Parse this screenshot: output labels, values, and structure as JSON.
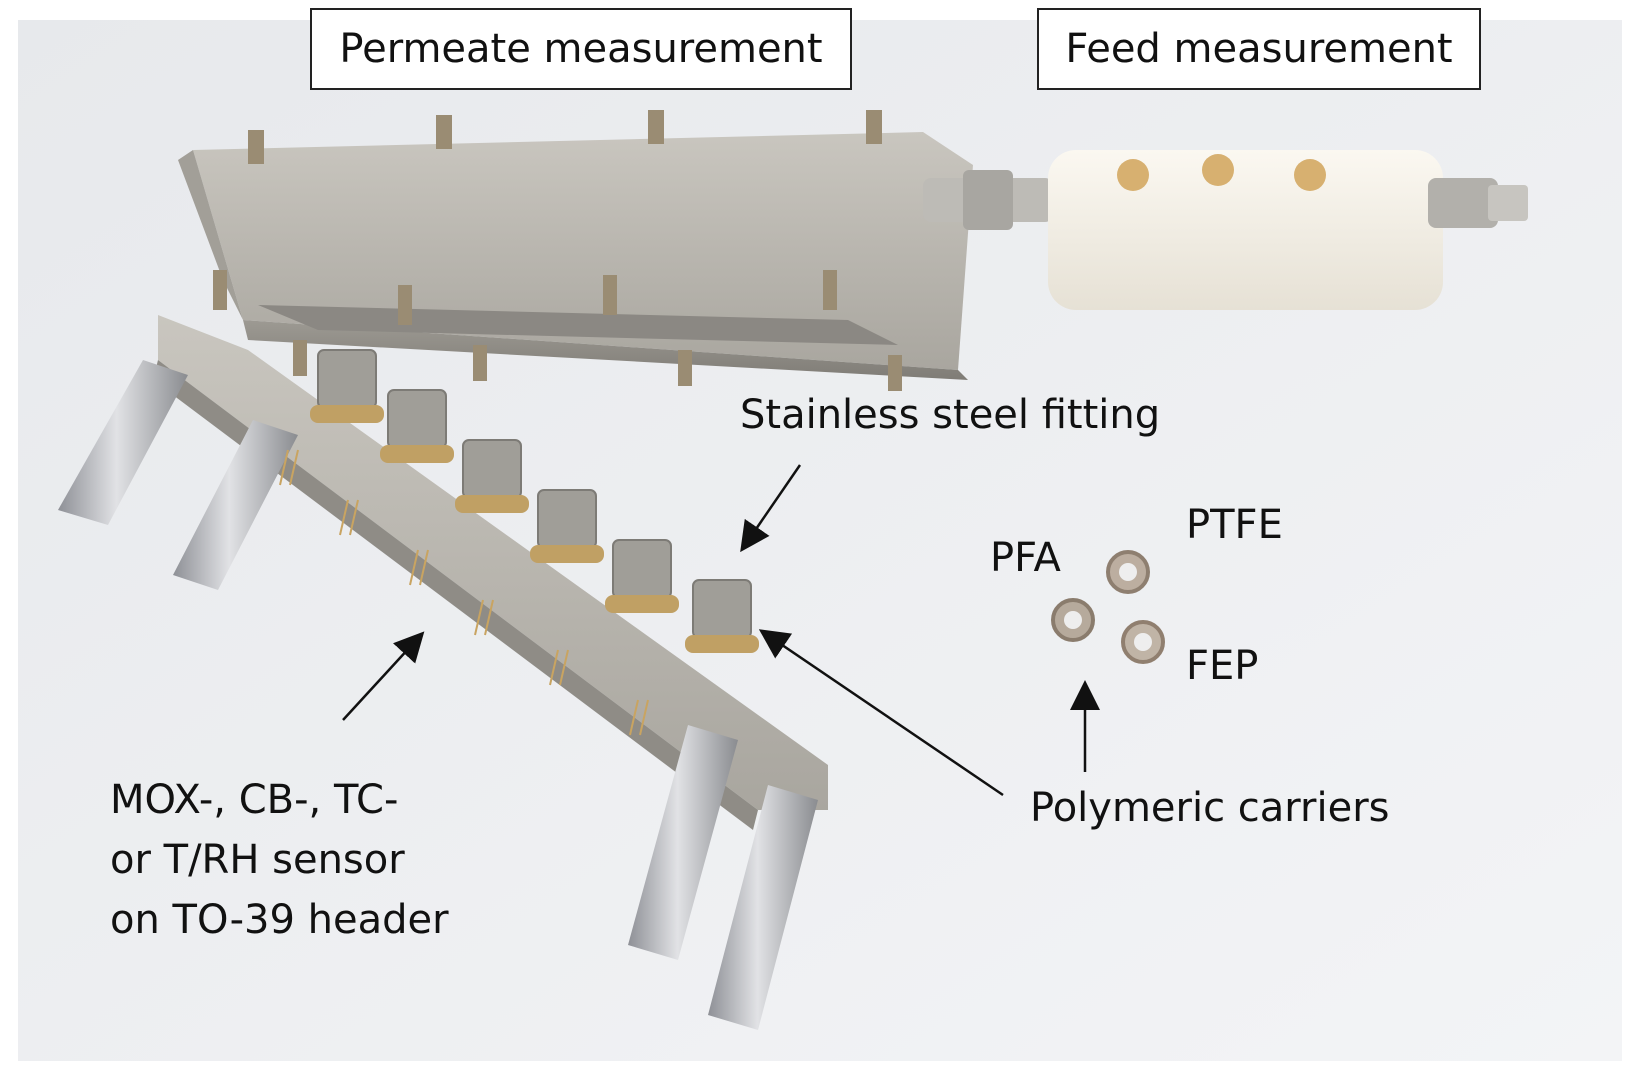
{
  "labels": {
    "permeate": "Permeate measurement",
    "feed": "Feed measurement",
    "fitting": "Stainless steel fitting",
    "ptfe": "PTFE",
    "pfa": "PFA",
    "fep": "FEP",
    "carriers": "Polymeric carriers",
    "sensor_lines": [
      "MOX-, CB-, TC-",
      "or T/RH sensor",
      "on TO-39 header"
    ]
  },
  "colors": {
    "background": "#eef0f3",
    "steel": "#b9b7b1",
    "steel_dark": "#8f8d88",
    "ptfe_block": "#f3efe6",
    "brass": "#b89a5a"
  }
}
